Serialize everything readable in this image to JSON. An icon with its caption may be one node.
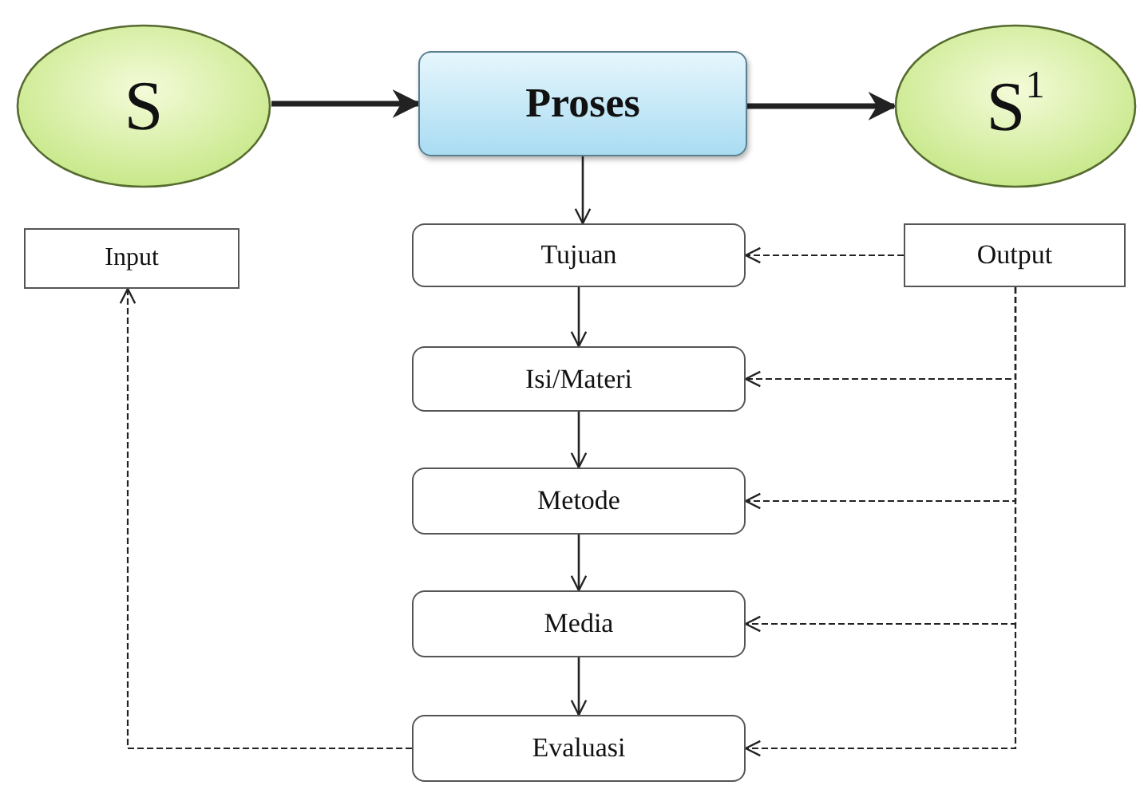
{
  "diagram": {
    "nodes": [
      {
        "text": [
          "S"
        ]
      },
      {
        "text": [
          "Proses"
        ]
      },
      {
        "text": [
          "S$^{1}$"
        ]
      },
      {
        "text": [
          "Input"
        ]
      },
      {
        "text": [
          "Tujuan"
        ]
      },
      {
        "text": [
          "Output"
        ]
      },
      {
        "text": [
          "Isi/Materi"
        ]
      },
      {
        "text": [
          "Metode"
        ]
      },
      {
        "text": [
          "Media"
        ]
      },
      {
        "text": [
          "Evaluasi"
        ]
      }
    ],
    "edges": [
      {
        "from": 0,
        "to": 1,
        "arrow": "to",
        "style": "thick"
      },
      {
        "from": 1,
        "to": 2,
        "arrow": "to",
        "style": "thick"
      },
      {
        "from": 1,
        "to": 4,
        "arrow": "to"
      },
      {
        "from": 4,
        "to": 6,
        "arrow": "to"
      },
      {
        "from": 6,
        "to": 7,
        "arrow": "to"
      },
      {
        "from": 7,
        "to": 8,
        "arrow": "to"
      },
      {
        "from": 8,
        "to": 9,
        "arrow": "to"
      },
      {
        "from": 5,
        "to": 4,
        "arrow": "to",
        "style": "dashed"
      },
      {
        "from": 5,
        "to": 6,
        "arrow": "to",
        "style": "dashed"
      },
      {
        "from": 5,
        "to": 7,
        "arrow": "to",
        "style": "dashed"
      },
      {
        "from": 5,
        "to": 8,
        "arrow": "to",
        "style": "dashed"
      },
      {
        "from": 5,
        "to": 9,
        "arrow": "to",
        "style": "dashed"
      },
      {
        "from": 9,
        "to": 3,
        "arrow": "to",
        "style": "dashed"
      }
    ]
  }
}
